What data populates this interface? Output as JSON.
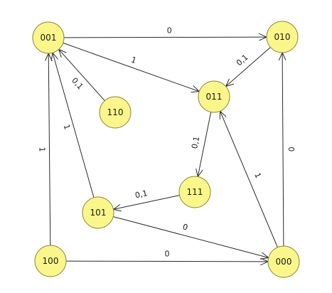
{
  "diagram": {
    "nodes": [
      {
        "id": "001",
        "label": "001"
      },
      {
        "id": "010",
        "label": "010"
      },
      {
        "id": "011",
        "label": "011"
      },
      {
        "id": "110",
        "label": "110"
      },
      {
        "id": "111",
        "label": "111"
      },
      {
        "id": "101",
        "label": "101"
      },
      {
        "id": "100",
        "label": "100"
      },
      {
        "id": "000",
        "label": "000"
      }
    ],
    "edges": [
      {
        "from": "001",
        "to": "010",
        "label": "0"
      },
      {
        "from": "001",
        "to": "011",
        "label": "1"
      },
      {
        "from": "010",
        "to": "011",
        "label": "0,1"
      },
      {
        "from": "110",
        "to": "001",
        "label": "0,1"
      },
      {
        "from": "011",
        "to": "111",
        "label": "0,1"
      },
      {
        "from": "111",
        "to": "101",
        "label": "0,1"
      },
      {
        "from": "101",
        "to": "001",
        "label": "1"
      },
      {
        "from": "101",
        "to": "000",
        "label": "0"
      },
      {
        "from": "100",
        "to": "001",
        "label": "1"
      },
      {
        "from": "100",
        "to": "000",
        "label": "0"
      },
      {
        "from": "000",
        "to": "011",
        "label": "1"
      },
      {
        "from": "000",
        "to": "010",
        "label": "0"
      }
    ]
  }
}
